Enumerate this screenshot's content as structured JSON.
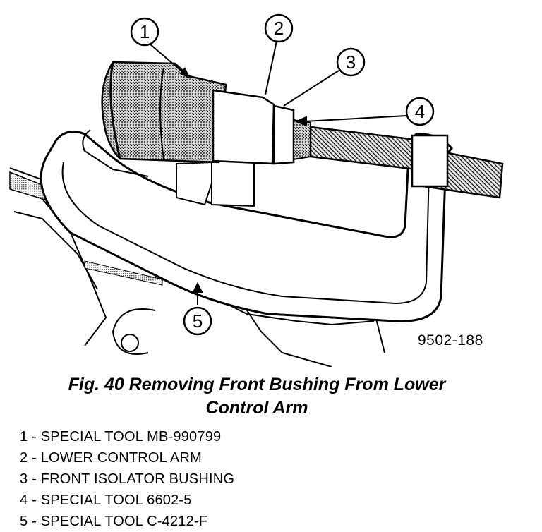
{
  "figure": {
    "callouts": [
      "1",
      "2",
      "3",
      "4",
      "5"
    ],
    "figure_code": "9502-188",
    "illustration": "c-clamp-bushing-removal-drawing"
  },
  "caption": {
    "line1": "Fig. 40 Removing Front Bushing From Lower",
    "line2": "Control Arm"
  },
  "legend": [
    "1 - SPECIAL TOOL MB-990799",
    "2 - LOWER CONTROL ARM",
    "3 - FRONT ISOLATOR BUSHING",
    "4 - SPECIAL TOOL 6602-5",
    "5 - SPECIAL TOOL C-4212-F"
  ]
}
